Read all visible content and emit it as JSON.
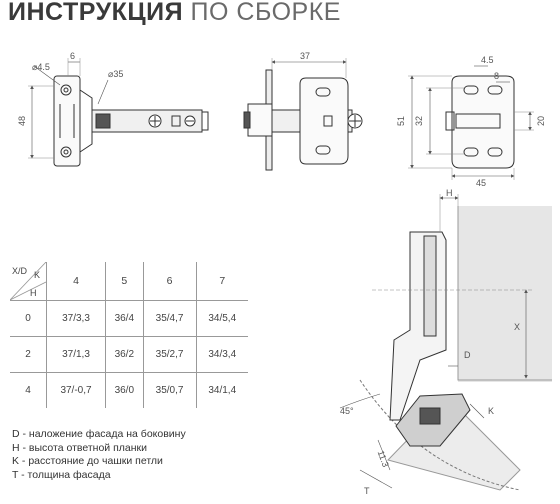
{
  "title": {
    "bold": "ИНСТРУКЦИЯ",
    "light": " ПО СБОРКЕ"
  },
  "views": {
    "side": {
      "hole_dia": "⌀4.5",
      "offset": "6",
      "cup_dia": "⌀35",
      "height": "48"
    },
    "top": {
      "length": "37"
    },
    "plate": {
      "slot": "4.5",
      "gap": "8",
      "height_outer": "51",
      "height_inner": "32",
      "right": "20",
      "width": "45"
    }
  },
  "install": {
    "h": "H",
    "x": "X",
    "d": "D",
    "k": "K",
    "t": "T",
    "angle": "45°",
    "dim_11_3": "11.3"
  },
  "table": {
    "corner": {
      "xd": "X/D",
      "k": "K",
      "h": "H"
    },
    "columns": [
      "4",
      "5",
      "6",
      "7"
    ],
    "rows": [
      {
        "h": "0",
        "values": [
          "37/3,3",
          "36/4",
          "35/4,7",
          "34/5,4"
        ]
      },
      {
        "h": "2",
        "values": [
          "37/1,3",
          "36/2",
          "35/2,7",
          "34/3,4"
        ]
      },
      {
        "h": "4",
        "values": [
          "37/-0,7",
          "36/0",
          "35/0,7",
          "34/1,4"
        ]
      }
    ]
  },
  "legend": [
    "D - наложение фасада на боковину",
    "H - высота ответной планки",
    "K - расстояние до чашки петли",
    "T - толщина фасада"
  ]
}
